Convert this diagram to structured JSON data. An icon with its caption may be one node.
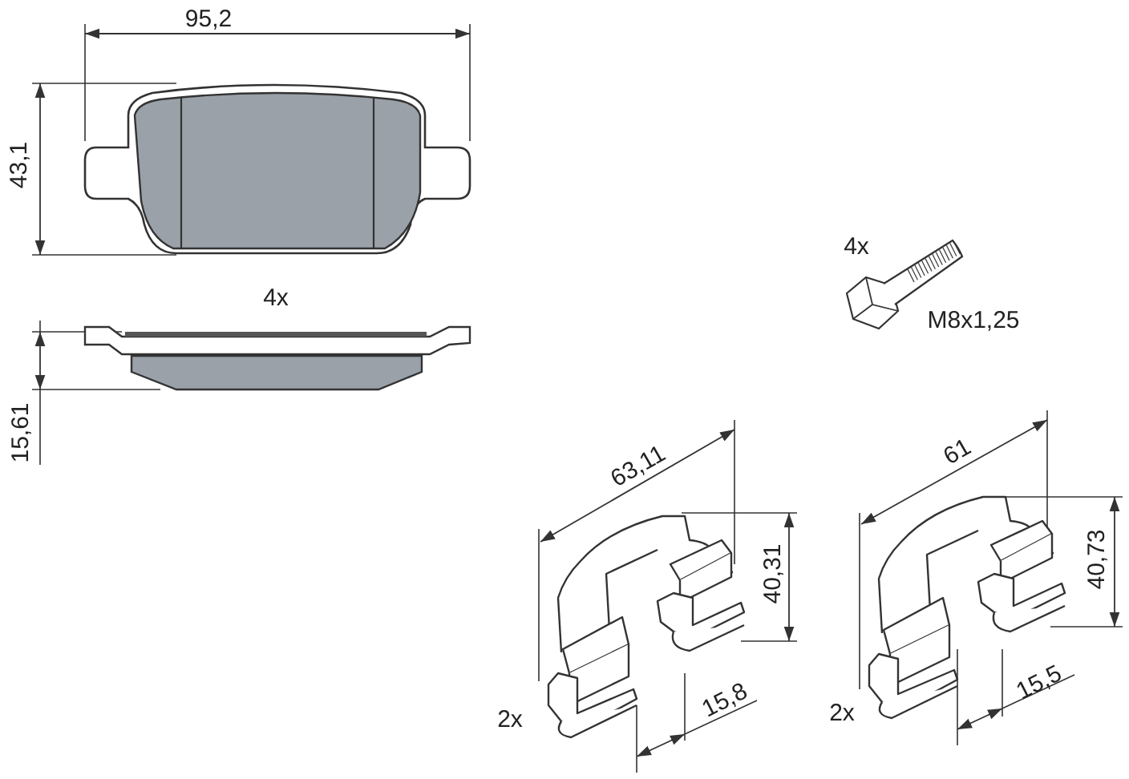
{
  "diagram": {
    "labels": [
      "95,2",
      "43,1",
      "4x",
      "15,61",
      "4x",
      "M8x1,25",
      "63,11",
      "61",
      "40,31",
      "40,73",
      "2x",
      "15,8",
      "2x",
      "15,5"
    ]
  }
}
